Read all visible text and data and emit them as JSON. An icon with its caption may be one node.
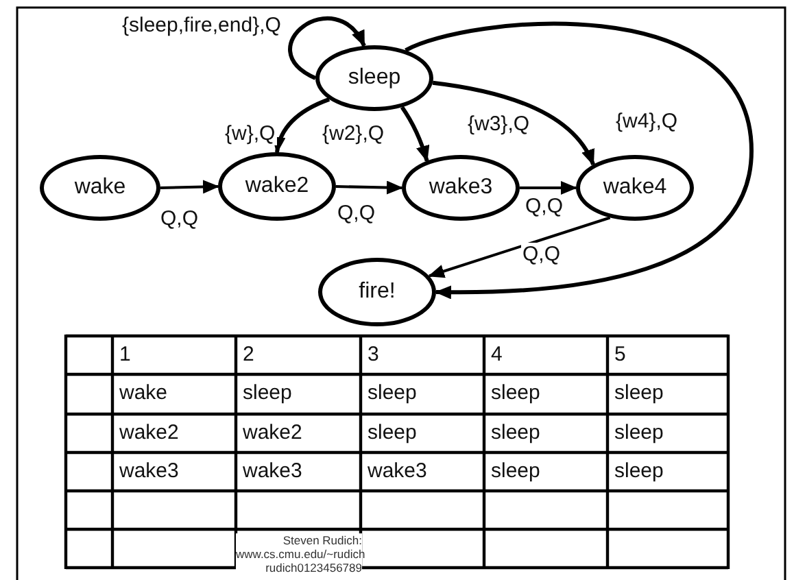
{
  "diagram": {
    "nodes": [
      {
        "text": [
          "sleep"
        ]
      },
      {
        "text": [
          "wake"
        ]
      },
      {
        "text": [
          "wake2"
        ]
      },
      {
        "text": [
          "wake3"
        ]
      },
      {
        "text": [
          "wake4"
        ]
      },
      {
        "text": [
          "fire!"
        ]
      }
    ],
    "edges": [
      {
        "from": 0,
        "to": 0,
        "arrow": "to",
        "label": "{sleep,fire,end},Q"
      },
      {
        "from": 0,
        "to": 2,
        "arrow": "to",
        "label": "{w},Q"
      },
      {
        "from": 0,
        "to": 3,
        "arrow": "to",
        "label": "{w2},Q"
      },
      {
        "from": 0,
        "to": 4,
        "arrow": "to",
        "label": "{w3},Q"
      },
      {
        "from": 0,
        "to": 5,
        "arrow": "to",
        "label": "{w4},Q"
      },
      {
        "from": 1,
        "to": 2,
        "arrow": "to",
        "label": "Q,Q"
      },
      {
        "from": 2,
        "to": 3,
        "arrow": "to",
        "label": "Q,Q"
      },
      {
        "from": 3,
        "to": 4,
        "arrow": "to",
        "label": "Q,Q"
      },
      {
        "from": 4,
        "to": 5,
        "arrow": "to",
        "label": "Q,Q"
      }
    ],
    "labels": [
      "1",
      "2",
      "3",
      "4",
      "5",
      "wake",
      "sleep",
      "sleep",
      "sleep",
      "sleep",
      "wake2",
      "wake2",
      "sleep",
      "sleep",
      "sleep",
      "wake3",
      "wake3",
      "wake3",
      "sleep",
      "sleep",
      "Steven Rudich: www.cs.cmu.edu/~rudich rudich0123456789"
    ]
  }
}
